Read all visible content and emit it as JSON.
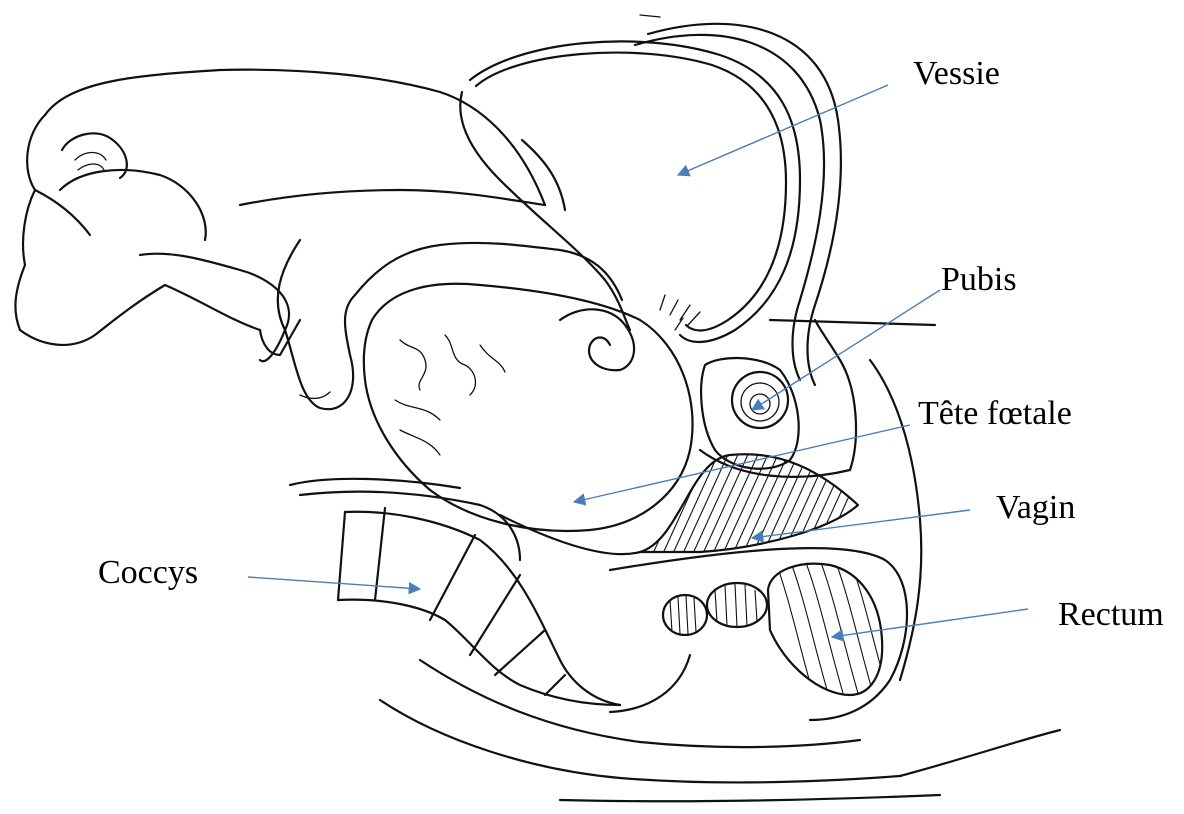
{
  "labels": {
    "vessie": "Vessie",
    "pubis": "Pubis",
    "tete_foetale": "Tête fœtale",
    "vagin": "Vagin",
    "coccys": "Coccys",
    "rectum": "Rectum"
  },
  "colors": {
    "arrow": "#4a7ebb",
    "ink": "#111111",
    "background": "#ffffff"
  }
}
